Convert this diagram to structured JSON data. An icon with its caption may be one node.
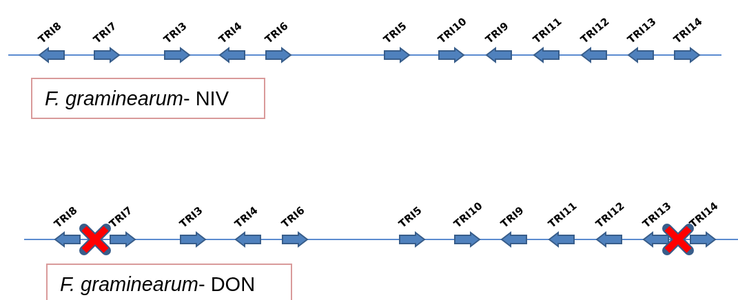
{
  "diagram": {
    "nodes": [
      {
        "text": [
          "*F. graminearum*- NIV"
        ]
      },
      {
        "text": [
          "*F. graminearum*- DON"
        ]
      }
    ],
    "labels": [
      "TRI8",
      "TRI7",
      "TRI3",
      "TRI4",
      "TRI6",
      "TRI5",
      "TRI10",
      "TRI9",
      "TRI11",
      "TRI12",
      "TRI13",
      "TRI14",
      "TRI8",
      "TRI7",
      "TRI3",
      "TRI4",
      "TRI6",
      "TRI5",
      "TRI10",
      "TRI9",
      "TRI11",
      "TRI12",
      "TRI13",
      "TRI14"
    ]
  }
}
